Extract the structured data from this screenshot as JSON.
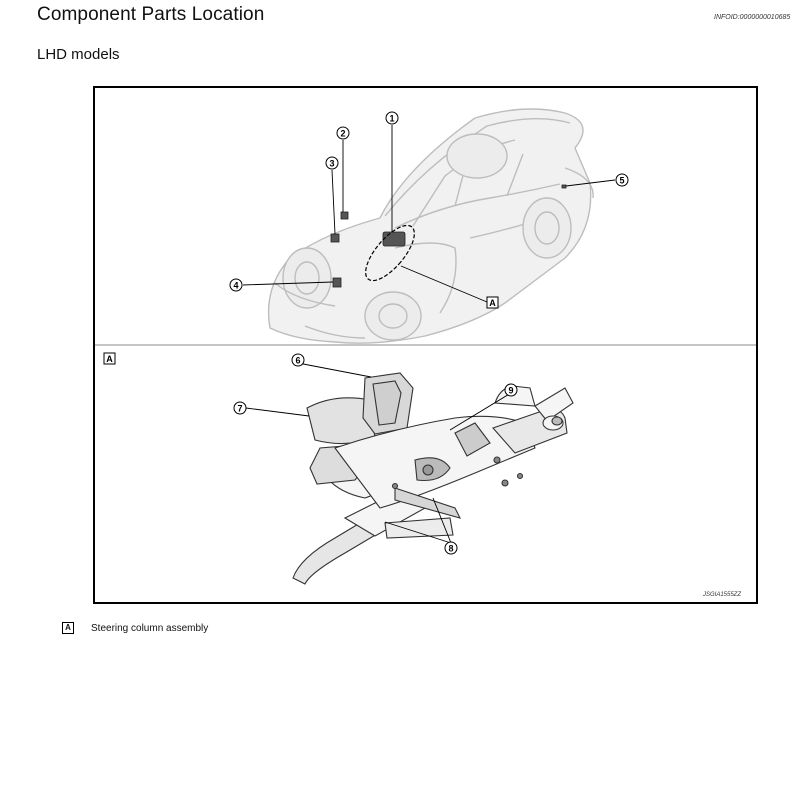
{
  "header": {
    "title": "Component Parts Location",
    "info_id": "INFOID:0000000010685"
  },
  "section": {
    "subheading": "LHD models"
  },
  "figure": {
    "callouts": [
      "1",
      "2",
      "3",
      "4",
      "5",
      "6",
      "7",
      "8",
      "9"
    ],
    "detail_label": "A",
    "image_code": "JSGIA1555ZZ"
  },
  "legend": [
    {
      "key": "A",
      "text": "Steering column assembly"
    }
  ]
}
